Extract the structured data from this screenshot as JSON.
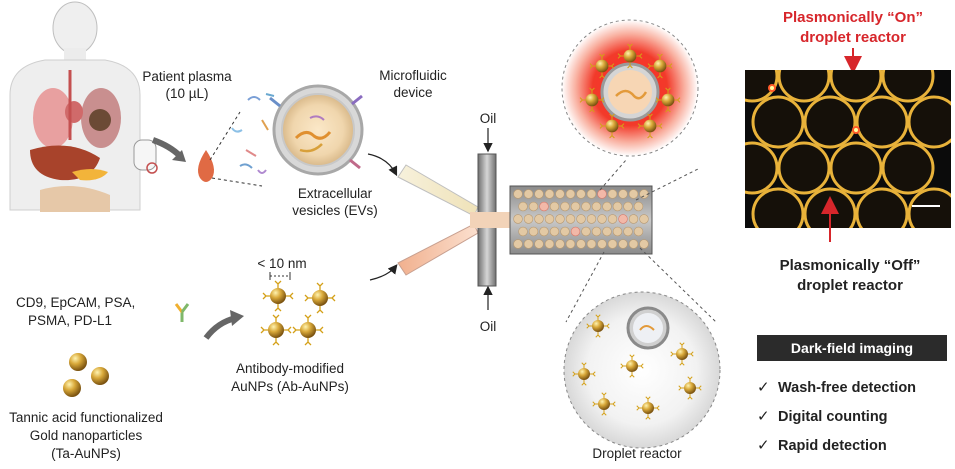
{
  "labels": {
    "patient_plasma_line1": "Patient plasma",
    "patient_plasma_line2": "(10 µL)",
    "ev_line1": "Extracellular",
    "ev_line2": "vesicles (EVs)",
    "microfluidic_line1": "Microfluidic",
    "microfluidic_line2": "device",
    "oil_top": "Oil",
    "oil_bottom": "Oil",
    "size_label": "< 10 nm",
    "markers_line1": "CD9, EpCAM, PSA,",
    "markers_line2": "PSMA, PD-L1",
    "ab_line1": "Antibody-modified",
    "ab_line2": "AuNPs (Ab-AuNPs)",
    "ta_line1": "Tannic acid functionalized",
    "ta_line2": "Gold nanoparticles",
    "ta_line3": "(Ta-AuNPs)",
    "droplet_reactor": "Droplet reactor",
    "on_line1": "Plasmonically “On”",
    "on_line2": "droplet reactor",
    "off_line1": "Plasmonically “Off”",
    "off_line2": "droplet reactor",
    "darkfield_title": "Dark-field imaging",
    "check_mark": "✓"
  },
  "features": [
    "Wash-free detection",
    "Digital counting",
    "Rapid detection"
  ],
  "colors": {
    "on_red": "#d7262b",
    "gold": "#c9a23a",
    "darkfield_bg": "#111111",
    "header_bg": "#2b2b2b"
  },
  "icons": [
    "human-body-icon",
    "blood-drop-icon",
    "antibody-icon",
    "gold-nanoparticle-icon",
    "arrow-icon"
  ]
}
